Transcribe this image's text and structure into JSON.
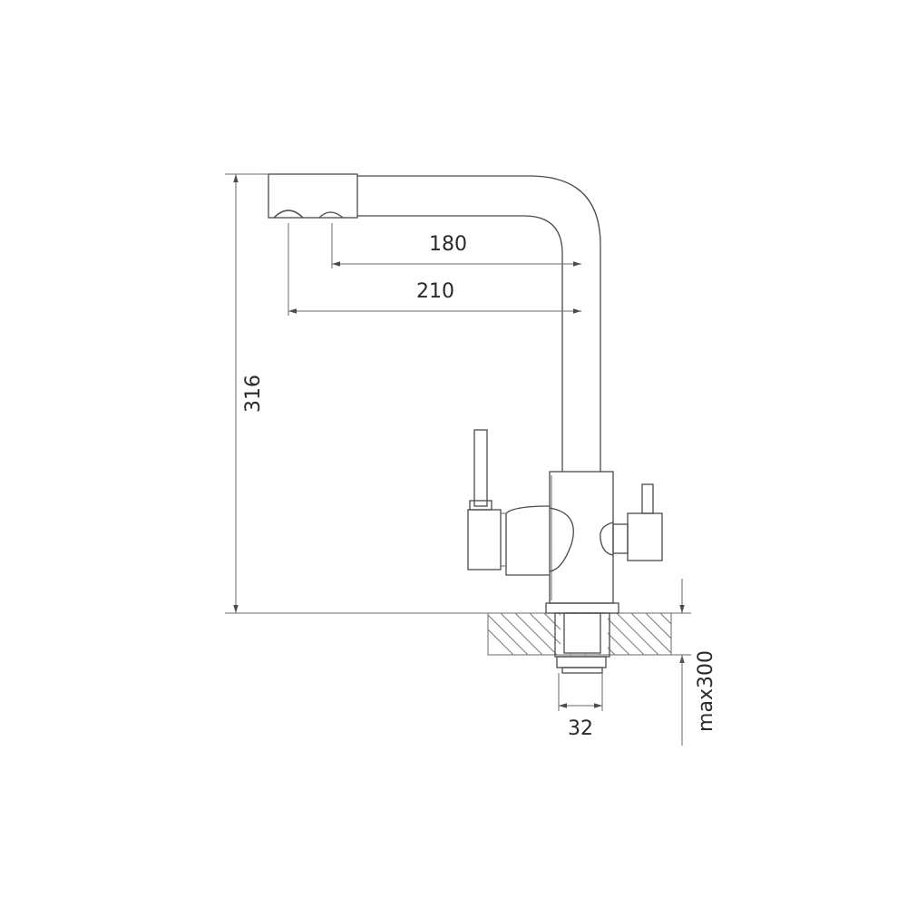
{
  "dimensions": {
    "spout_reach_inner": "180",
    "spout_reach_outer": "210",
    "height": "316",
    "hole_diameter": "32",
    "max_counter_thickness": "max300"
  },
  "colors": {
    "line": "#4a4a4a",
    "text": "#2a2a2a",
    "background": "#ffffff"
  }
}
